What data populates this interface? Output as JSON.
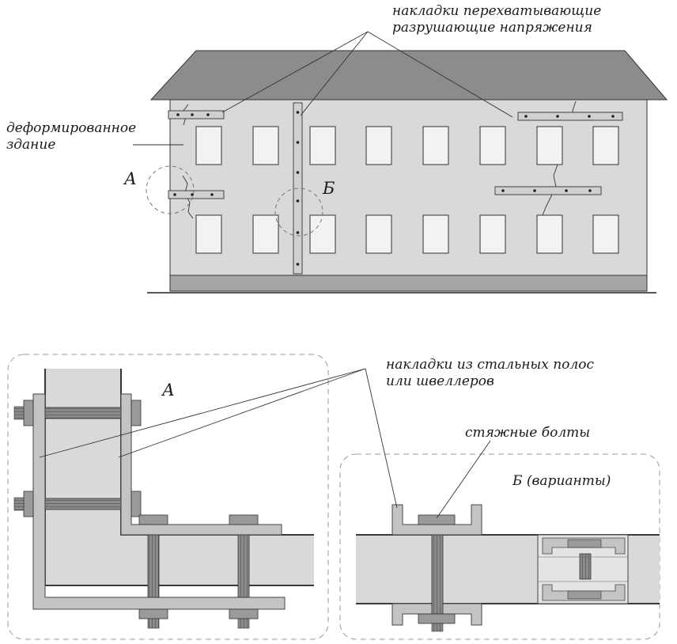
{
  "labels": {
    "straps_top_line1": "накладки перехватывающие",
    "straps_top_line2": "разрушающие напряжения",
    "building_line1": "деформированное",
    "building_line2": "здание",
    "marker_a": "А",
    "marker_b": "Б",
    "straps_bottom_line1": "накладки из стальных полос",
    "straps_bottom_line2": "или швеллеров",
    "detail_a_title": "А",
    "bolts": "стяжные болты",
    "detail_b_title": "Б (варианты)"
  },
  "colors": {
    "roof": "#8c8c8c",
    "wall": "#d9d9d9",
    "plinth": "#a6a6a6",
    "window": "#f2f2f2",
    "strap": "#d0d0d0",
    "steel": "#bdbdbd",
    "bolt": "#9a9a9a",
    "outline": "#333333"
  }
}
